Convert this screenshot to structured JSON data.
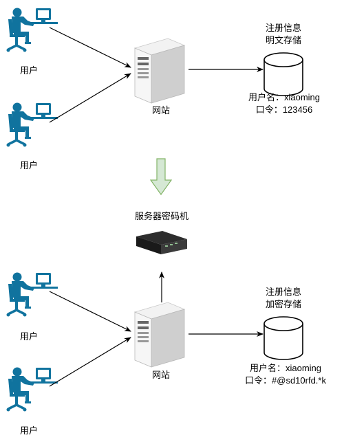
{
  "top": {
    "users": [
      {
        "label": "用户"
      },
      {
        "label": "用户"
      }
    ],
    "server": {
      "label": "网站"
    },
    "storage": {
      "title_lines": [
        "注册信息",
        "明文存储"
      ],
      "cred_lines": [
        "用户名：xiaoming",
        "口令：123456"
      ]
    }
  },
  "transition": {
    "arrow_color": "#82b366",
    "arrow_fill": "#d5e8d4"
  },
  "bottom": {
    "hsm": {
      "label": "服务器密码机"
    },
    "users": [
      {
        "label": "用户"
      },
      {
        "label": "用户"
      }
    ],
    "server": {
      "label": "网站"
    },
    "storage": {
      "title_lines": [
        "注册信息",
        "加密存储"
      ],
      "cred_lines": [
        "用户名：xiaoming",
        "口令：#@sd10rfd.*k"
      ]
    }
  },
  "colors": {
    "user_icon": "#10739e",
    "server_light": "#f2f2f2",
    "server_dark": "#cfcfcf"
  }
}
